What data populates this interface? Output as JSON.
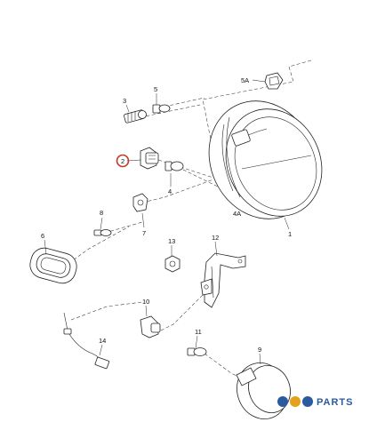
{
  "callouts": {
    "c1": "1",
    "c2": "2",
    "c3": "3",
    "c4": "4",
    "c4a": "4A",
    "c5": "5",
    "c5a": "5A",
    "c6": "6",
    "c7": "7",
    "c8": "8",
    "c9": "9",
    "c10": "10",
    "c11": "11",
    "c12": "12",
    "c13": "13",
    "c14": "14"
  },
  "highlight_color": "#c0392b",
  "watermark": {
    "text": "PARTS",
    "color": "#2c5aa0"
  }
}
